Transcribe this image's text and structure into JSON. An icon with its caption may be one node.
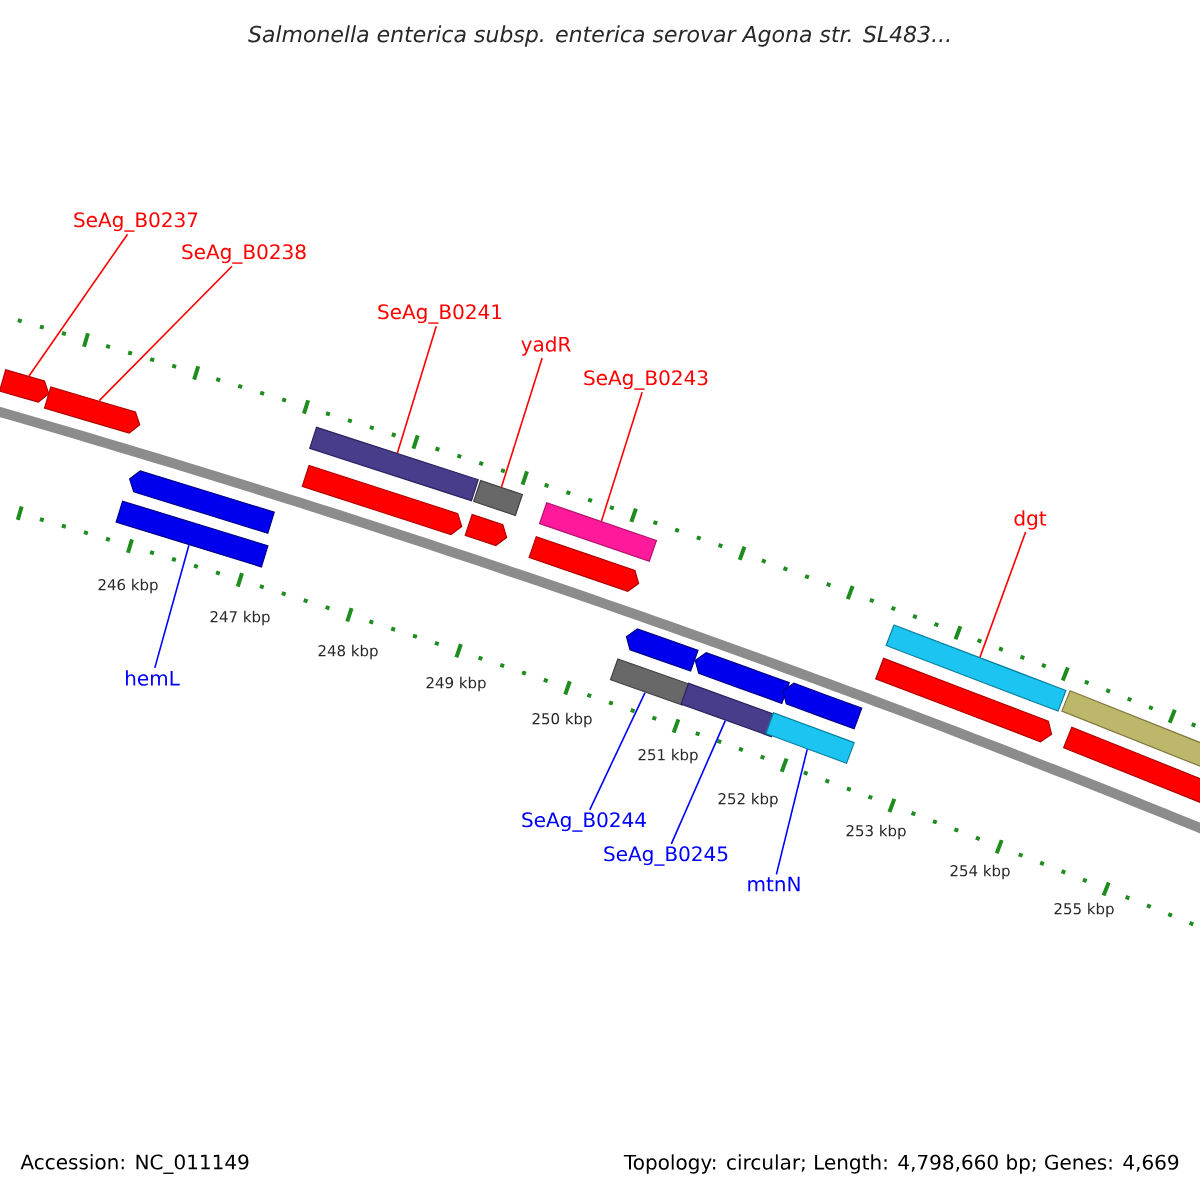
{
  "diagram": {
    "title": "Salmonella enterica subsp. enterica serovar Agona str. SL483...",
    "nodes": [
      {
        "text": [
          "SeAg_B0237"
        ]
      },
      {
        "text": [
          "SeAg_B0238"
        ]
      },
      {
        "text": [
          "SeAg_B0241"
        ]
      },
      {
        "text": [
          "yadR"
        ]
      },
      {
        "text": [
          "SeAg_B0243"
        ]
      },
      {
        "text": [
          "dgt"
        ]
      },
      {
        "text": [
          "hemL"
        ]
      },
      {
        "text": [
          "SeAg_B0244"
        ]
      },
      {
        "text": [
          "SeAg_B0245"
        ]
      },
      {
        "text": [
          "mtnN"
        ]
      },
      {
        "text": [],
        "shape": "arrow"
      },
      {
        "text": [],
        "shape": "arrow"
      },
      {
        "text": [],
        "shape": "bar"
      },
      {
        "text": [],
        "shape": "bar"
      },
      {
        "text": [],
        "shape": "bar"
      },
      {
        "text": [],
        "shape": "bar"
      },
      {
        "text": [],
        "shape": "bar"
      },
      {
        "text": [],
        "shape": "bar"
      },
      {
        "text": [],
        "shape": "bar"
      },
      {
        "text": [],
        "shape": "bar"
      },
      {
        "text": [],
        "shape": "arrow"
      },
      {
        "text": [],
        "shape": "arrow"
      },
      {
        "text": [],
        "shape": "arrow"
      },
      {
        "text": [],
        "shape": "arrow"
      },
      {
        "text": [],
        "shape": "arrow"
      },
      {
        "text": [],
        "shape": "arrow"
      },
      {
        "text": [],
        "shape": "arrow"
      },
      {
        "text": [],
        "shape": "arrow"
      },
      {
        "text": [],
        "shape": "bar"
      },
      {
        "text": [],
        "shape": "arrow"
      }
    ],
    "edges": [
      {
        "from": 0,
        "to": 10,
        "arrow": "none"
      },
      {
        "from": 1,
        "to": 11,
        "arrow": "none"
      },
      {
        "from": 2,
        "to": 13,
        "arrow": "none"
      },
      {
        "from": 3,
        "to": 14,
        "arrow": "none"
      },
      {
        "from": 4,
        "to": 15,
        "arrow": "none"
      },
      {
        "from": 5,
        "to": 19,
        "arrow": "none"
      },
      {
        "from": 6,
        "to": 12,
        "arrow": "none",
        "color": "#0000ff"
      },
      {
        "from": 7,
        "to": 16,
        "arrow": "none",
        "color": "#0000ff"
      },
      {
        "from": 8,
        "to": 17,
        "arrow": "none",
        "color": "#0000ff"
      },
      {
        "from": 9,
        "to": 18,
        "arrow": "none",
        "color": "#0000ff"
      }
    ],
    "labels": [
      "246 kbp",
      "247 kbp",
      "248 kbp",
      "249 kbp",
      "250 kbp",
      "251 kbp",
      "252 kbp",
      "253 kbp",
      "254 kbp",
      "255 kbp",
      "Accession: NC_011149",
      "Topology: circular; Length: 4,798,660 bp; Genes: 4,669"
    ]
  }
}
